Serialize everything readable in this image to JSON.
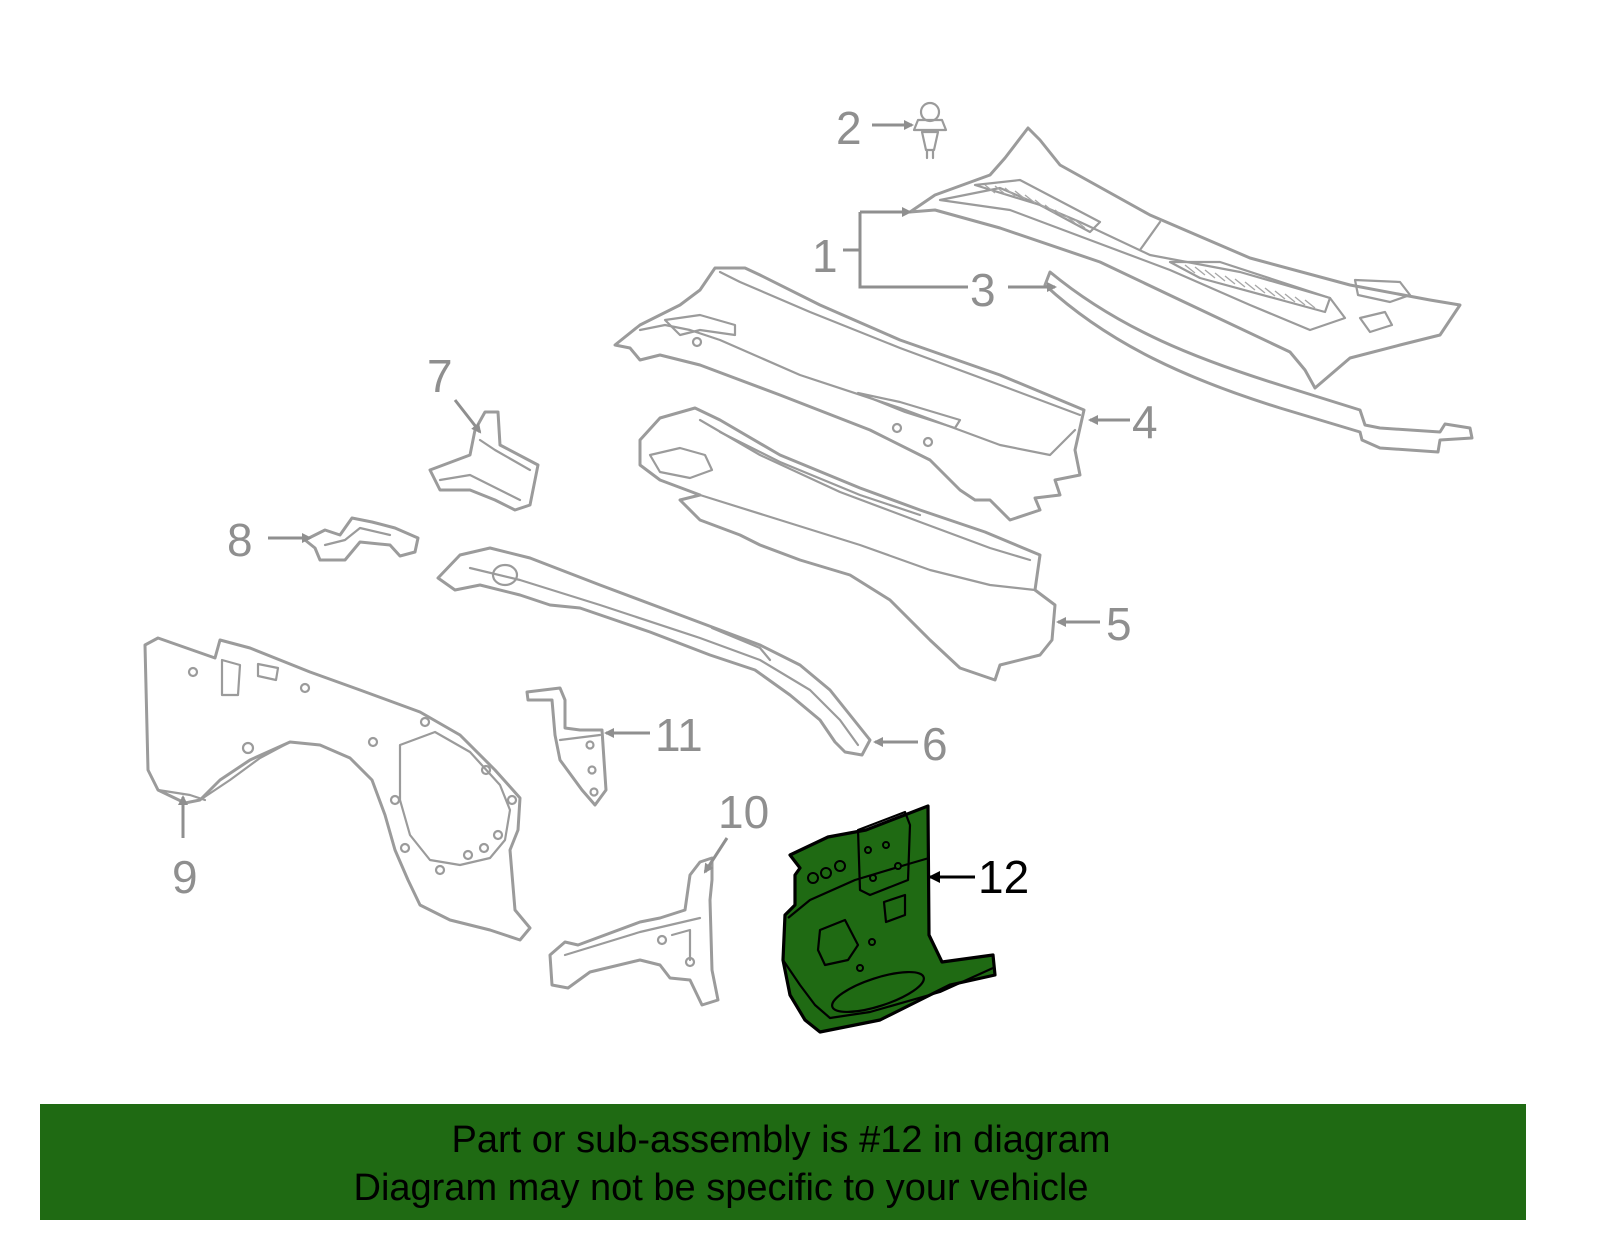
{
  "diagram": {
    "callouts": [
      "1",
      "2",
      "3",
      "4",
      "5",
      "6",
      "7",
      "8",
      "9",
      "10",
      "11",
      "12"
    ],
    "highlighted_callout": "12",
    "colors": {
      "highlight_fill": "#1f6a13",
      "line_gray": "#9b9b9b",
      "banner_bg": "#1f6a13"
    }
  },
  "banner": {
    "line1": "Part or sub-assembly is #12 in diagram",
    "line2": "Diagram may not be specific to your vehicle"
  }
}
